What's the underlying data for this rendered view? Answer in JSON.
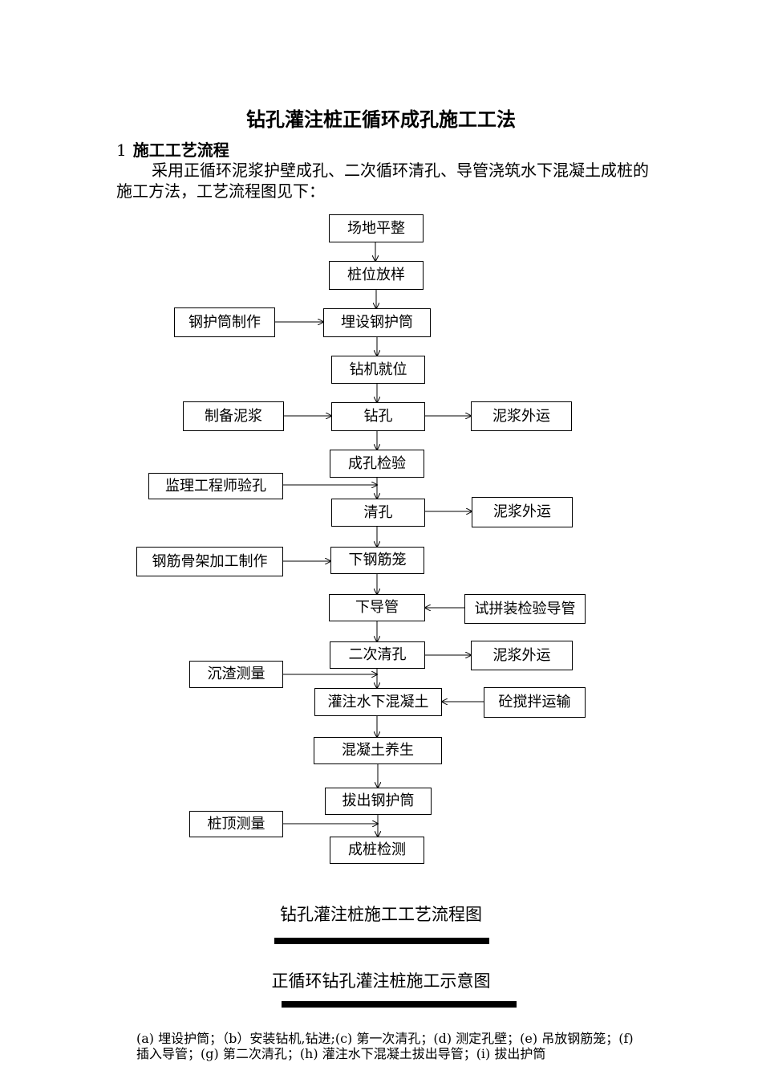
{
  "doc": {
    "title": "钻孔灌注桩正循环成孔施工工法",
    "section_number": "1",
    "section_title": "施工工艺流程",
    "paragraph": "采用正循环泥浆护壁成孔、二次循环清孔、导管浇筑水下混凝土成桩的施工方法，工艺流程图见下：",
    "figure1_caption": "钻孔灌注桩施工工艺流程图",
    "figure2_caption": "正循环钻孔灌注桩施工示意图",
    "figure2_note": "(a) 埋设护筒；（b）安装钻机,钻进;(c) 第一次清孔；(d) 测定孔壁；(e) 吊放钢筋笼；(f) 插入导管；(g) 第二次清孔；(h) 灌注水下混凝土拔出导管；(i) 拔出护筒"
  },
  "flowchart": {
    "main_steps": [
      "场地平整",
      "桩位放样",
      "埋设钢护筒",
      "钻机就位",
      "钻孔",
      "成孔检验",
      "清孔",
      "下钢筋笼",
      "下导管",
      "二次清孔",
      "灌注水下混凝土",
      "混凝土养生",
      "拔出钢护筒",
      "成桩检测"
    ],
    "left_inputs": [
      "钢护筒制作",
      "制备泥浆",
      "监理工程师验孔",
      "钢筋骨架加工制作",
      "沉渣测量",
      "桩顶测量"
    ],
    "right_nodes": [
      "泥浆外运",
      "泥浆外运",
      "试拼装检验导管",
      "泥浆外运",
      "砼搅拌运输"
    ]
  }
}
